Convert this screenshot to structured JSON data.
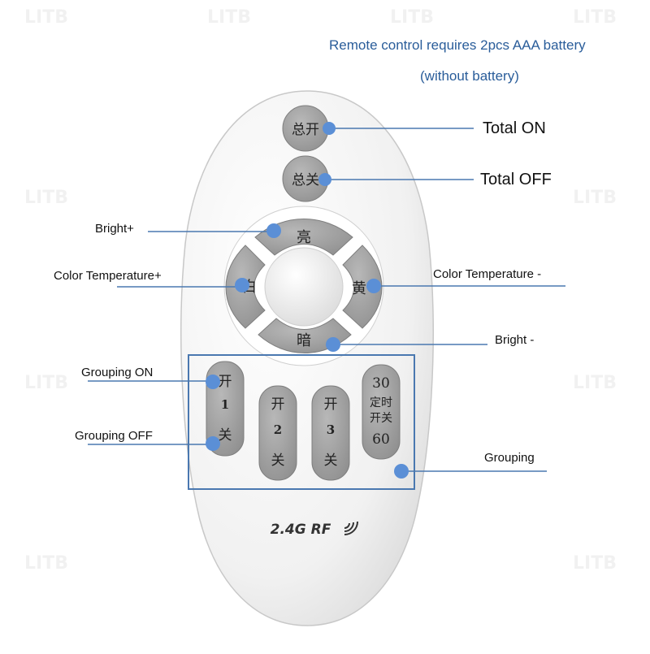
{
  "note": {
    "line1": "Remote control requires 2pcs AAA battery",
    "line2": "(without battery)"
  },
  "labels": {
    "total_on": "Total ON",
    "total_off": "Total OFF",
    "bright_plus": "Bright+",
    "color_temp_plus": "Color Temperature+",
    "color_temp_minus": "Color Temperature -",
    "bright_minus": "Bright -",
    "grouping_on": "Grouping ON",
    "grouping_off": "Grouping OFF",
    "grouping": "Grouping"
  },
  "remote": {
    "total_on_button": "总开",
    "total_off_button": "总关",
    "bright_up": "亮",
    "bright_down": "暗",
    "white": "白",
    "yellow": "黄",
    "groups": [
      {
        "on": "开",
        "num": "1",
        "off": "关"
      },
      {
        "on": "开",
        "num": "2",
        "off": "关"
      },
      {
        "on": "开",
        "num": "3",
        "off": "关"
      }
    ],
    "timer_30": "30",
    "timer_label_1": "定时",
    "timer_label_2": "开关",
    "timer_60": "60",
    "rf_label": "2.4G RF"
  },
  "watermark": "LITB",
  "colors": {
    "callout_line": "#4a78b0",
    "dot": "#5b8fd6",
    "button_gray": "#9c9c9c",
    "body": "#f4f4f4",
    "note_text": "#2a5d9a"
  }
}
